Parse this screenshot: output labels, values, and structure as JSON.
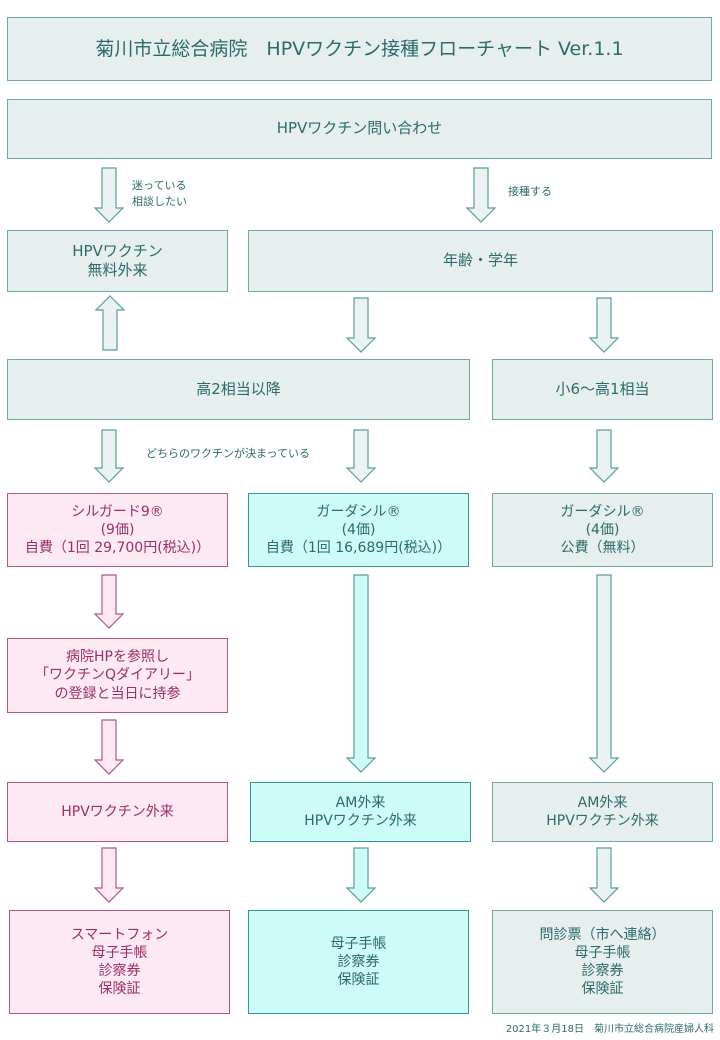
{
  "title": "菊川市立総合病院　HPVワクチン接種フローチャート Ver.1.1",
  "inquiry": "HPVワクチン問い合わせ",
  "note_hesitate": "迷っている\n相談したい",
  "note_vaccinate": "接種する",
  "free_clinic": [
    "HPVワクチン",
    "無料外来"
  ],
  "age_grade": "年齢・学年",
  "high2": "高2相当以降",
  "grade6": "小6〜高1相当",
  "note_decided": "どちらのワクチンが決まっている",
  "silgard": [
    "シルガード9®",
    "(9価)",
    "自費（1回 29,700円(税込)）"
  ],
  "gardasil_self": [
    "ガーダシル®",
    "(4価)",
    "自費（1回 16,689円(税込)）"
  ],
  "gardasil_public": [
    "ガーダシル®",
    "(4価)",
    "公費（無料）"
  ],
  "hp_ref": [
    "病院HPを参照し",
    "「ワクチンQダイアリー」",
    "の登録と当日に持参"
  ],
  "hpv_clinic": "HPVワクチン外来",
  "am_clinic_a": [
    "AM外来",
    "HPVワクチン外来"
  ],
  "am_clinic_b": [
    "AM外来",
    "HPVワクチン外来"
  ],
  "bring_pink": [
    "スマートフォン",
    "母子手帳",
    "診察券",
    "保険証"
  ],
  "bring_cyan": [
    "母子手帳",
    "診察券",
    "保険証"
  ],
  "bring_gray": [
    "問診票（市へ連絡）",
    "母子手帳",
    "診察券",
    "保険証"
  ],
  "footer": "2021年３月18日　菊川市立総合病院産婦人科",
  "colors": {
    "gray_fill": "#e6efee",
    "pink_fill": "#fde9f2",
    "cyan_fill": "#ccfbf8"
  }
}
